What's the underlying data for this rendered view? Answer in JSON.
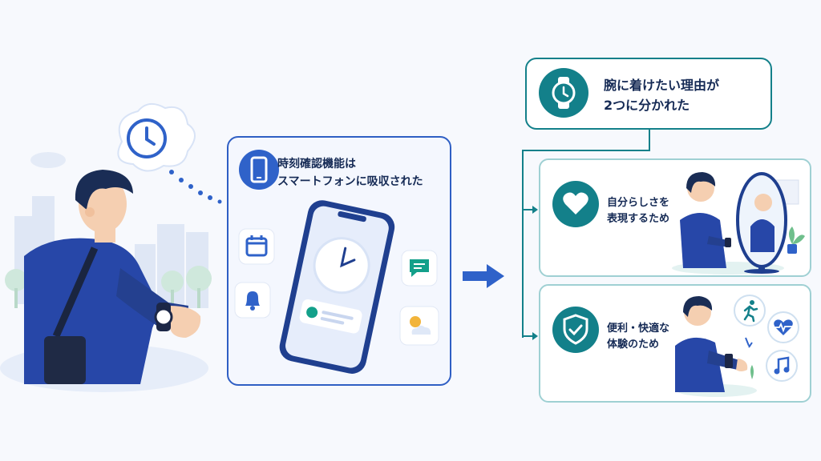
{
  "smartphone_panel": {
    "title_line1": "時刻確認機能は",
    "title_line2": "スマートフォンに吸収された"
  },
  "reason_header": {
    "title_line1": "腕に着けたい理由が",
    "title_line2": "2つに分かれた"
  },
  "reasons": [
    {
      "line1": "自分らしさを",
      "line2": "表現するため",
      "icon": "heart-icon"
    },
    {
      "line1": "便利・快適な",
      "line2": "体験のため",
      "icon": "shield-check-icon"
    }
  ],
  "icons": {
    "thought": "clock-icon",
    "panel": "smartphone-icon",
    "header": "watch-icon",
    "apps": [
      "calendar-icon",
      "bell-icon",
      "chat-icon",
      "weather-icon"
    ],
    "features": [
      "running-icon",
      "heartbeat-icon",
      "music-icon"
    ]
  },
  "colors": {
    "navy": "#1f3f8f",
    "blue": "#2f62c9",
    "teal": "#13808a",
    "light_teal": "#9fd0d3"
  }
}
